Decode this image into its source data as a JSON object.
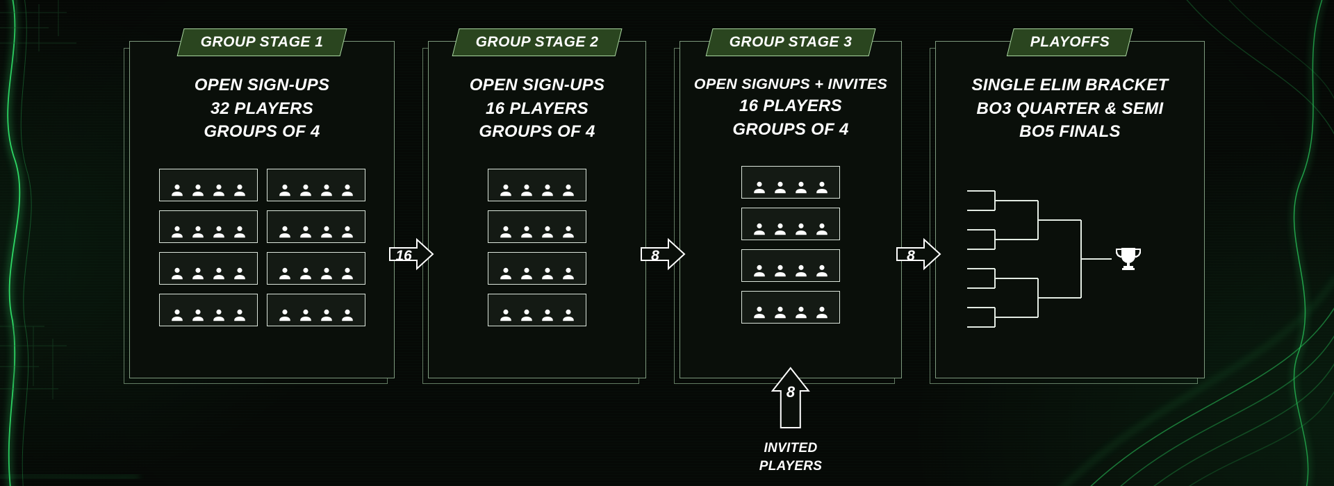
{
  "colors": {
    "accent_green": "#2ee266",
    "panel_bg": "#0a0f0a",
    "panel_border": "#7e9a7e",
    "tab_bg": "#2a451f",
    "box_border": "#dce6dc",
    "text": "#ffffff"
  },
  "icons": {
    "group_member": "person-icon",
    "playoffs_winner": "trophy-icon",
    "stage_flow": "arrow-right-icon",
    "invited_players": "arrow-up-icon"
  },
  "panels": [
    {
      "title": "GROUP STAGE 1",
      "lines": [
        "OPEN SIGN-UPS",
        "32 PLAYERS",
        "GROUPS OF 4"
      ],
      "groups": {
        "count": 8,
        "players_per_group": 4,
        "columns": 2
      }
    },
    {
      "title": "GROUP STAGE 2",
      "lines": [
        "OPEN SIGN-UPS",
        "16 PLAYERS",
        "GROUPS OF 4"
      ],
      "groups": {
        "count": 4,
        "players_per_group": 4,
        "columns": 1
      }
    },
    {
      "title": "GROUP STAGE 3",
      "lines": [
        "OPEN SIGNUPS + INVITES",
        "16 PLAYERS",
        "GROUPS OF 4"
      ],
      "groups": {
        "count": 4,
        "players_per_group": 4,
        "columns": 1
      },
      "invite_arrow": {
        "label": "8",
        "caption_lines": [
          "INVITED",
          "PLAYERS"
        ]
      }
    },
    {
      "title": "PLAYOFFS",
      "lines": [
        "SINGLE ELIM BRACKET",
        "BO3 QUARTER & SEMI",
        "BO5 FINALS"
      ],
      "bracket": {
        "teams": 8
      }
    }
  ],
  "flow_arrows": [
    {
      "label": "16"
    },
    {
      "label": "8"
    },
    {
      "label": "8"
    }
  ]
}
